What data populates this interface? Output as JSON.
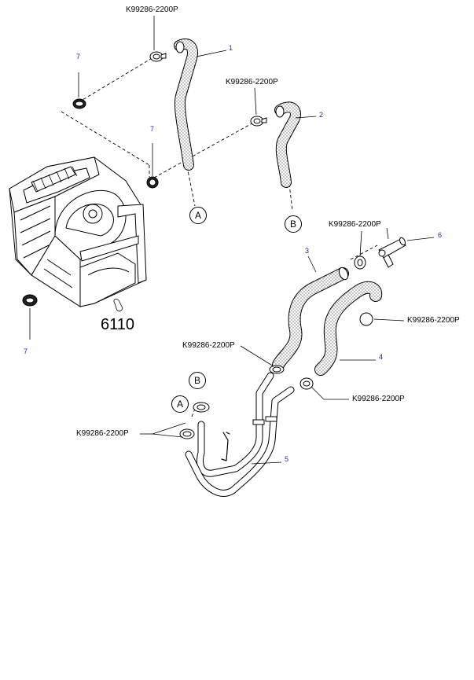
{
  "diagram": {
    "assembly_number": "6110",
    "clamp_part_number": "K99286-2200P",
    "refs": {
      "r1": "1",
      "r2": "2",
      "r3": "3",
      "r4": "4",
      "r5": "5",
      "r6": "6",
      "r7": "7"
    },
    "connectors": {
      "a": "A",
      "b": "B"
    },
    "colors": {
      "line": "#000000",
      "hose_fill": "#f2f2f2",
      "ref_number": "#1c2a9c"
    }
  }
}
